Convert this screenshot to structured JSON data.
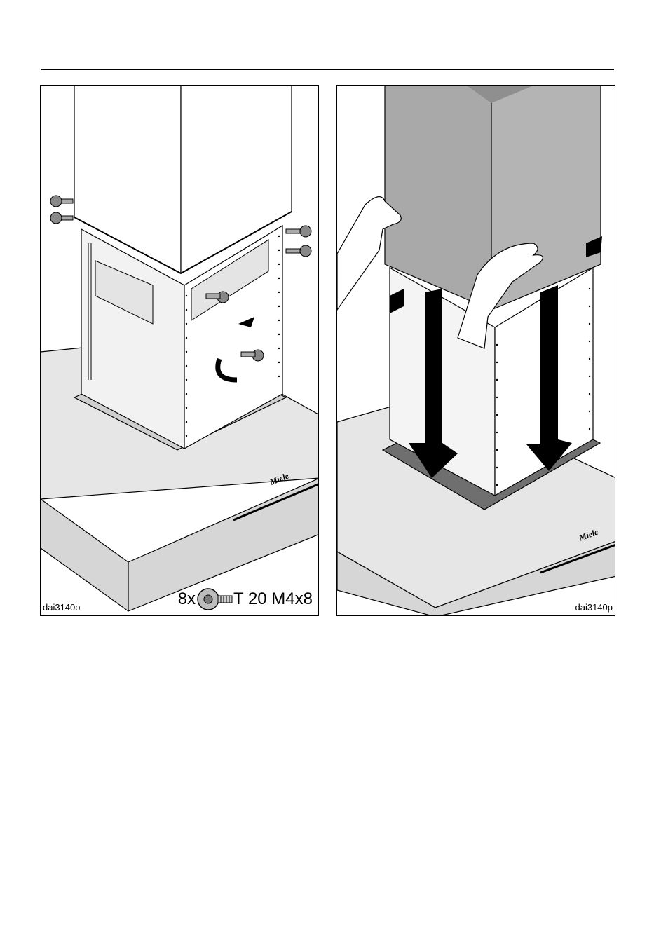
{
  "figure_left": {
    "code": "dai3140o",
    "screw_qty": "8x",
    "screw_spec": "T 20 M4x8",
    "brand_mark": "Miele"
  },
  "figure_right": {
    "code": "dai3140p",
    "brand_mark": "Miele"
  },
  "icons": [
    "screw-icon",
    "arrow-icon",
    "rotate-arrow-icon",
    "hand-icon"
  ],
  "colors": {
    "line": "#000000",
    "surface_light": "#e8e8e8",
    "surface_mid": "#d4d4d4",
    "chimney_gray": "#a9a9a9",
    "shadow": "#6f6f6f"
  }
}
